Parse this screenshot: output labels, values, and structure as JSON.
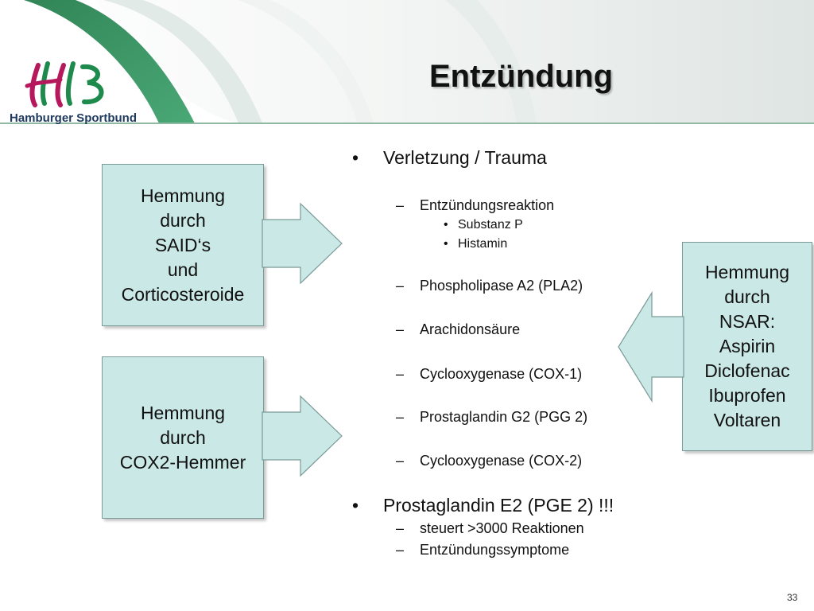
{
  "header": {
    "logo_text": "Hamburger Sportbund",
    "title": "Entzündung"
  },
  "colors": {
    "box_fill": "#c9e8e6",
    "box_border": "#7a9a98",
    "logo_green": "#1e8a4c",
    "logo_magenta": "#b5195c",
    "banner_green": "#2e8b57"
  },
  "boxes": {
    "said": [
      "Hemmung",
      "durch",
      "SAID‘s",
      "und",
      "Corticosteroide"
    ],
    "cox2": [
      "Hemmung",
      "durch",
      "COX2-Hemmer"
    ],
    "nsar": [
      "Hemmung",
      "durch",
      "NSAR:",
      "Aspirin",
      "Diclofenac",
      "Ibuprofen",
      "Voltaren"
    ]
  },
  "bullets": {
    "trauma": "Verletzung / Trauma",
    "entzuendungsreaktion": "Entzündungsreaktion",
    "substanz_p": "Substanz P",
    "histamin": "Histamin",
    "pla2": "Phospholipase A2 (PLA2)",
    "arachidonsaeure": "Arachidonsäure",
    "cox1": "Cyclooxygenase (COX-1)",
    "pgg2": "Prostaglandin G2 (PGG 2)",
    "cox2": "Cyclooxygenase (COX-2)",
    "pge2": "Prostaglandin E2 (PGE 2) !!!",
    "reaktionen": "steuert >3000 Reaktionen",
    "symptome": "Entzündungssymptome"
  },
  "markers": {
    "bullet": "•",
    "dash": "–"
  },
  "footer": {
    "page_number": "33"
  }
}
